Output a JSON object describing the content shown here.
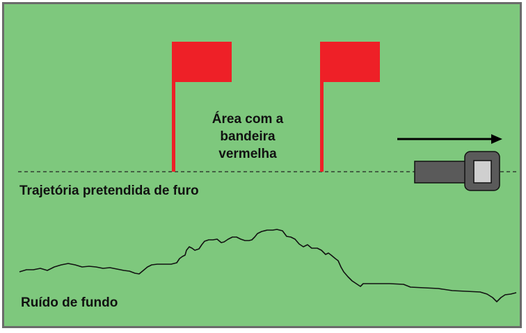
{
  "diagram": {
    "area_label_lines": [
      "Área com a",
      "bandeira",
      "vermelha"
    ],
    "intended_path_label": "Trajetória pretendida de furo",
    "background_noise_label": "Ruído de fundo",
    "colors": {
      "background": "#7ec87d",
      "flag": "#ee2027",
      "border": "#6b6b6b",
      "locator_body": "#5a5a5a",
      "locator_screen": "#cfcfcf"
    },
    "icons": [
      "red-flag-icon",
      "red-flag-icon",
      "direction-arrow-icon",
      "locator-device-icon"
    ]
  }
}
